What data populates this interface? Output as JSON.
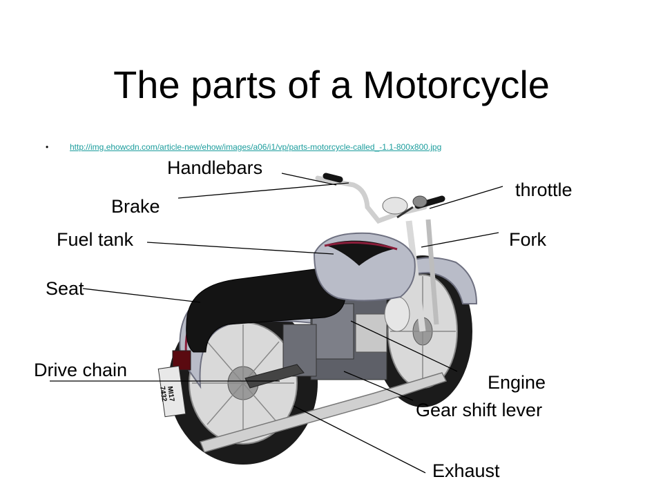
{
  "slide": {
    "title": "The parts of a Motorcycle",
    "bullet": "•",
    "link": "http://img.ehowcdn.com/article-new/ehow/images/a06/i1/vp/parts-motorcycle-called_-1.1-800x800.jpg"
  },
  "plate": {
    "line1": "MI17",
    "line2": "7432"
  },
  "labels": {
    "handlebars": "Handlebars",
    "throttle": "throttle",
    "brake": "Brake",
    "fuel_tank": "Fuel tank",
    "fork": "Fork",
    "seat": "Seat",
    "drive_chain": "Drive chain",
    "engine": "Engine",
    "gear_shift_lever": "Gear shift lever",
    "exhaust": "Exhaust"
  },
  "colors": {
    "body": "#b9bcc8",
    "seat": "#141414",
    "chrome": "#d9d9d9",
    "tire": "#1b1b1b",
    "accent": "#8a1d3a",
    "link": "#1a9c9c"
  }
}
